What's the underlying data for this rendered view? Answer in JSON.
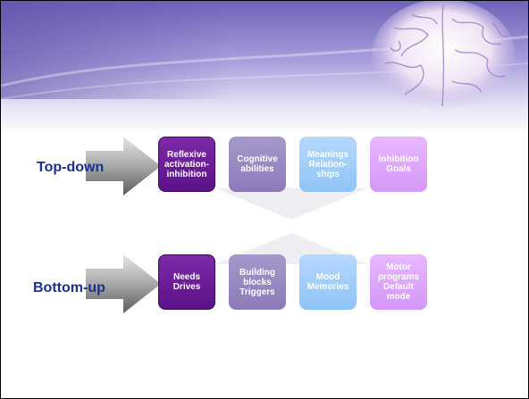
{
  "rows": [
    {
      "label": "Top-down",
      "boxes": [
        {
          "text": "Reflexive\nactivation-\ninhibition",
          "style": "dark"
        },
        {
          "text": "Cognitive\nabilities",
          "style": "mid"
        },
        {
          "text": "Meanings\nRelation-\nships",
          "style": "light"
        },
        {
          "text": "Inhibition\nGoals",
          "style": "lilac"
        }
      ]
    },
    {
      "label": "Bottom-up",
      "boxes": [
        {
          "text": "Needs\nDrives",
          "style": "dark"
        },
        {
          "text": "Building\nblocks\nTriggers",
          "style": "mid"
        },
        {
          "text": "Mood\nMemories",
          "style": "light"
        },
        {
          "text": "Motor\nprograms\nDefault\nmode",
          "style": "lilac"
        }
      ]
    }
  ],
  "colors": {
    "label": "#1a2f8c",
    "header_purple": "#8a7fc8",
    "box_dark": "#6a1e98",
    "box_mid": "#9a8bc2",
    "box_light": "#a5d0fb",
    "box_lilac": "#dea8fc"
  }
}
